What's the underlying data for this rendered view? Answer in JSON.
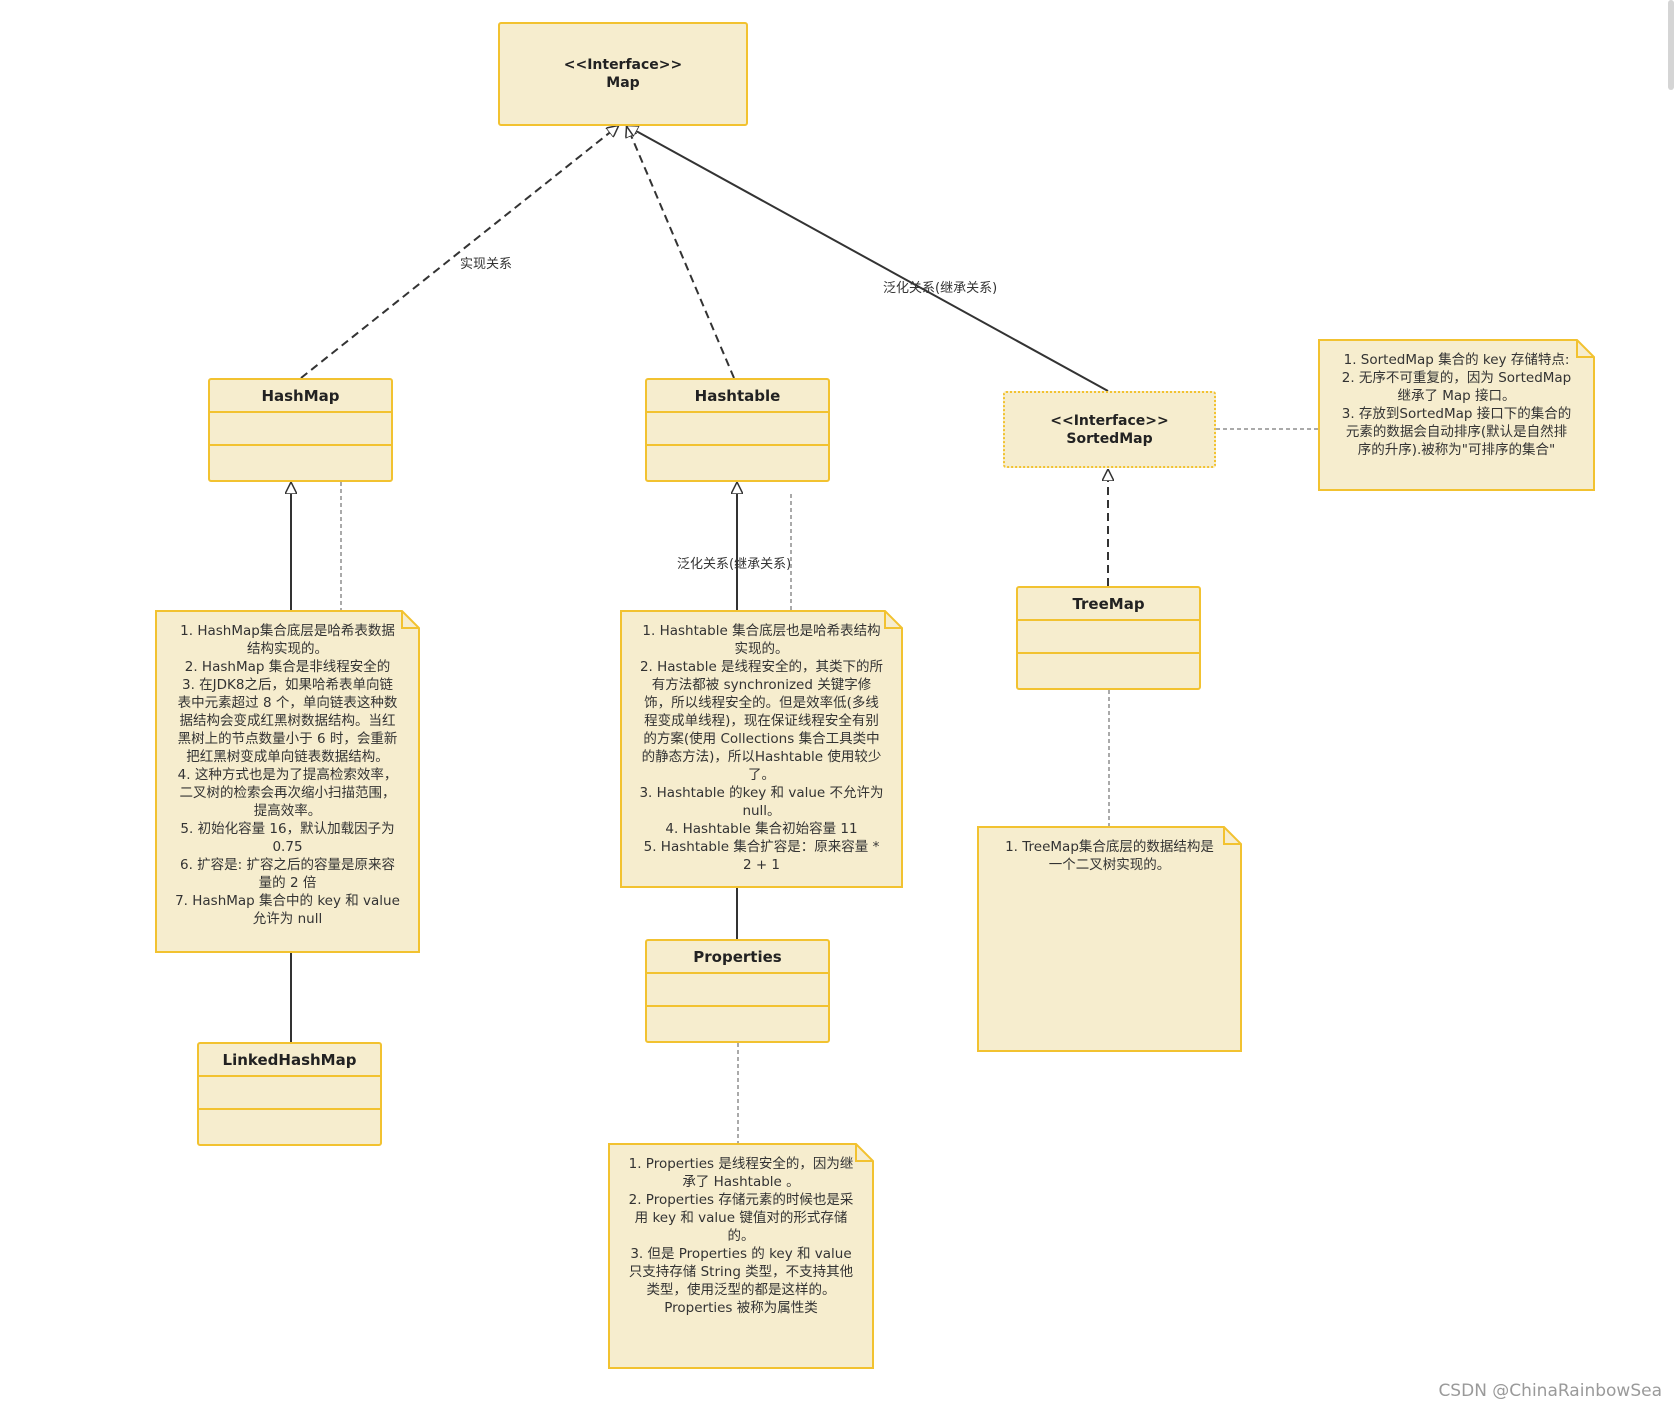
{
  "nodes": {
    "map": {
      "stereotype": "<<Interface>>",
      "name": "Map"
    },
    "sortedmap": {
      "stereotype": "<<Interface>>",
      "name": "SortedMap"
    },
    "hashmap": {
      "name": "HashMap"
    },
    "hashtable": {
      "name": "Hashtable"
    },
    "treemap": {
      "name": "TreeMap"
    },
    "linkedhashmap": {
      "name": "LinkedHashMap"
    },
    "properties": {
      "name": "Properties"
    }
  },
  "edge_labels": {
    "realization": "实现关系",
    "generalization_main": "泛化关系(继承关系)",
    "generalization_hashtable": "泛化关系(继承关系)"
  },
  "notes": {
    "sortedmap": [
      "1. SortedMap 集合的 key 存储特点:",
      "2. 无序不可重复的，因为 SortedMap",
      "继承了 Map 接口。",
      "3. 存放到SortedMap 接口下的集合的",
      "元素的数据会自动排序(默认是自然排",
      "序的升序).被称为\"可排序的集合\""
    ],
    "hashmap": [
      "1. HashMap集合底层是哈希表数据",
      "结构实现的。",
      "2. HashMap 集合是非线程安全的",
      "3. 在JDK8之后，如果哈希表单向链",
      "表中元素超过 8 个，单向链表这种数",
      "据结构会变成红黑树数据结构。当红",
      "黑树上的节点数量小于 6 时，会重新",
      "把红黑树变成单向链表数据结构。",
      "4. 这种方式也是为了提高检索效率，",
      "二叉树的检索会再次缩小扫描范围，",
      "提高效率。",
      "5. 初始化容量 16，默认加载因子为",
      "0.75",
      "6. 扩容是: 扩容之后的容量是原来容",
      "量的 2 倍",
      "7. HashMap 集合中的 key 和 value",
      "允许为 null"
    ],
    "hashtable": [
      "1. Hashtable 集合底层也是哈希表结构",
      "实现的。",
      "2. Hastable 是线程安全的，其类下的所",
      "有方法都被 synchronized 关键字修",
      "饰，所以线程安全的。但是效率低(多线",
      "程变成单线程)，现在保证线程安全有别",
      "的方案(使用 Collections 集合工具类中",
      "的静态方法)，所以Hashtable 使用较少",
      "了。",
      "3. Hashtable 的key 和 value 不允许为",
      "null。",
      "4. Hashtable 集合初始容量 11",
      "5. Hashtable 集合扩容是：原来容量 *",
      "2 + 1"
    ],
    "treemap": [
      "1. TreeMap集合底层的数据结构是",
      "一个二叉树实现的。"
    ],
    "properties": [
      "1. Properties 是线程安全的，因为继",
      "承了 Hashtable 。",
      "2. Properties 存储元素的时候也是采",
      "用 key 和 value 键值对的形式存储",
      "的。",
      "3. 但是 Properties 的 key 和 value",
      "只支持存储 String 类型，不支持其他",
      "类型，使用泛型的都是这样的。",
      "Properties 被称为属性类"
    ]
  },
  "watermark": "CSDN @ChinaRainbowSea",
  "colors": {
    "fill": "#f6edce",
    "border": "#f2c230",
    "edge": "#333333"
  }
}
